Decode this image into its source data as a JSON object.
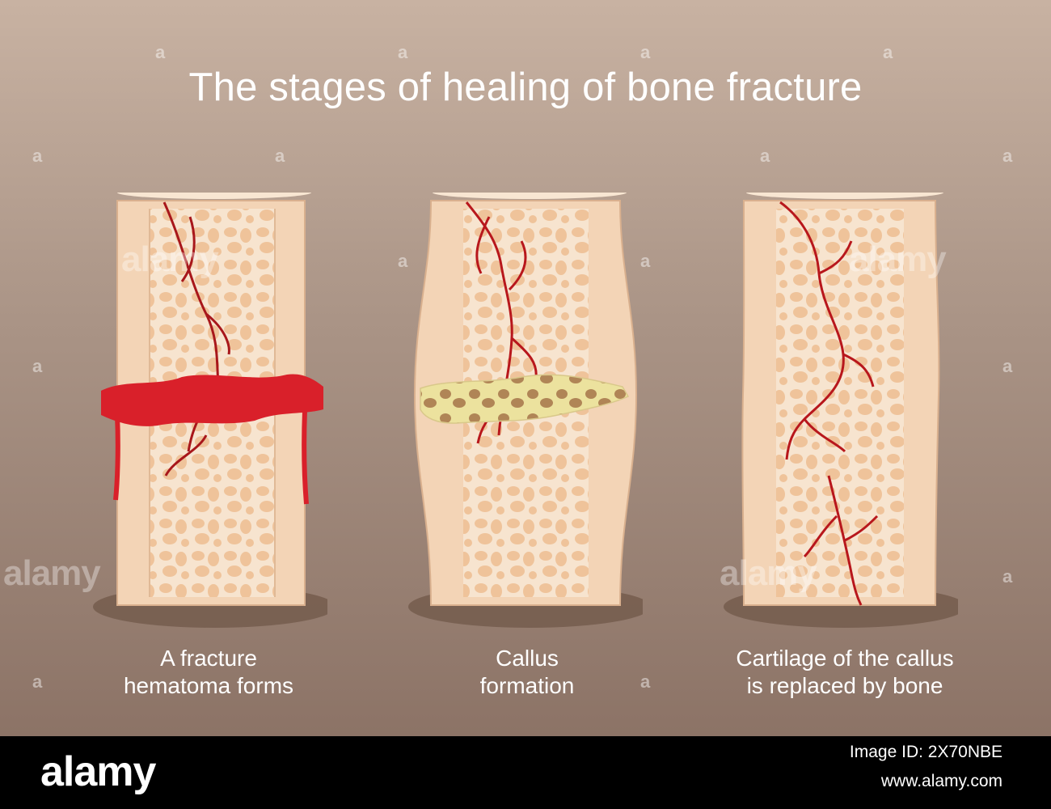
{
  "diagram": {
    "title": "The stages of healing of bone fracture",
    "stages": [
      {
        "line1": "A fracture",
        "line2": "hematoma forms"
      },
      {
        "line1": "Callus",
        "line2": "formation"
      },
      {
        "line1": "Cartilage of the callus",
        "line2": "is replaced by bone"
      }
    ]
  },
  "watermark": {
    "small": "a",
    "big": "alamy"
  },
  "footer": {
    "logo": "alamy",
    "image_id": "Image ID: 2X70NBE",
    "url": "www.alamy.com"
  },
  "colors": {
    "bone_edge": "#f3d3b6",
    "bone_inner": "#f7e0c8",
    "marrow": "#f1c9a0",
    "vessel": "#c41a1e",
    "hematoma": "#d9202a",
    "callus": "#e8dd9c",
    "callus_spots": "#b08556"
  }
}
